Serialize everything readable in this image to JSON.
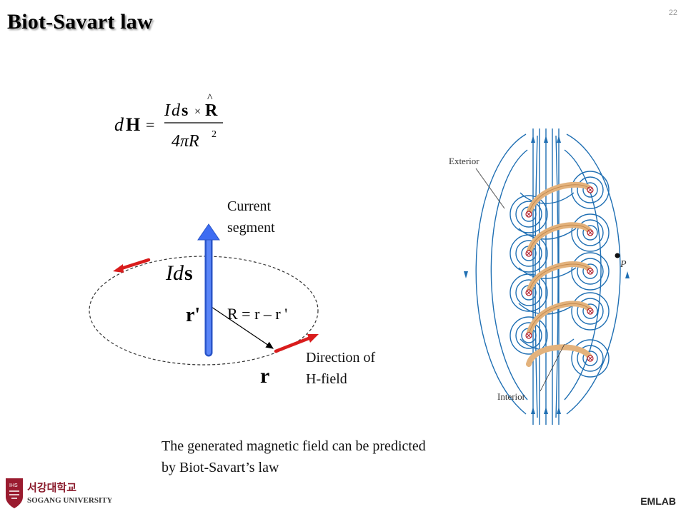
{
  "slide": {
    "title": "Biot-Savart law",
    "page_number": "22"
  },
  "formula": {
    "lhs": "dH",
    "equals": "=",
    "numerator_I": "I",
    "numerator_ds_d": "d",
    "numerator_ds_s": "s",
    "times": "×",
    "numerator_R": "R",
    "hat": "^",
    "denominator": "4πR",
    "exponent": "2"
  },
  "diagram": {
    "current_label_line1": "Current",
    "current_label_line2": "segment",
    "direction_label_line1": "Direction of",
    "direction_label_line2": "H-field",
    "ids_I": "I",
    "ids_d": "d",
    "ids_s": "s",
    "r_prime": "r'",
    "r_vec": "r",
    "R_equation": "R = r – r '"
  },
  "coil": {
    "exterior_label": "Exterior",
    "interior_label": "Interior",
    "point_label": "P"
  },
  "caption": {
    "line1": "The generated magnetic field can be predicted",
    "line2": "by Biot-Savart’s law"
  },
  "footer": {
    "university_korean": "서강대학교",
    "university_english": "SOGANG UNIVERSITY",
    "logo_text": "IHS",
    "lab": "EMLAB"
  },
  "colors": {
    "current_arrow": "#3d6cf2",
    "field_arrow": "#d91c1c",
    "field_lines": "#1f6fb3",
    "coil_wire": "#e3b27c",
    "logo_red": "#9a1b2f"
  }
}
